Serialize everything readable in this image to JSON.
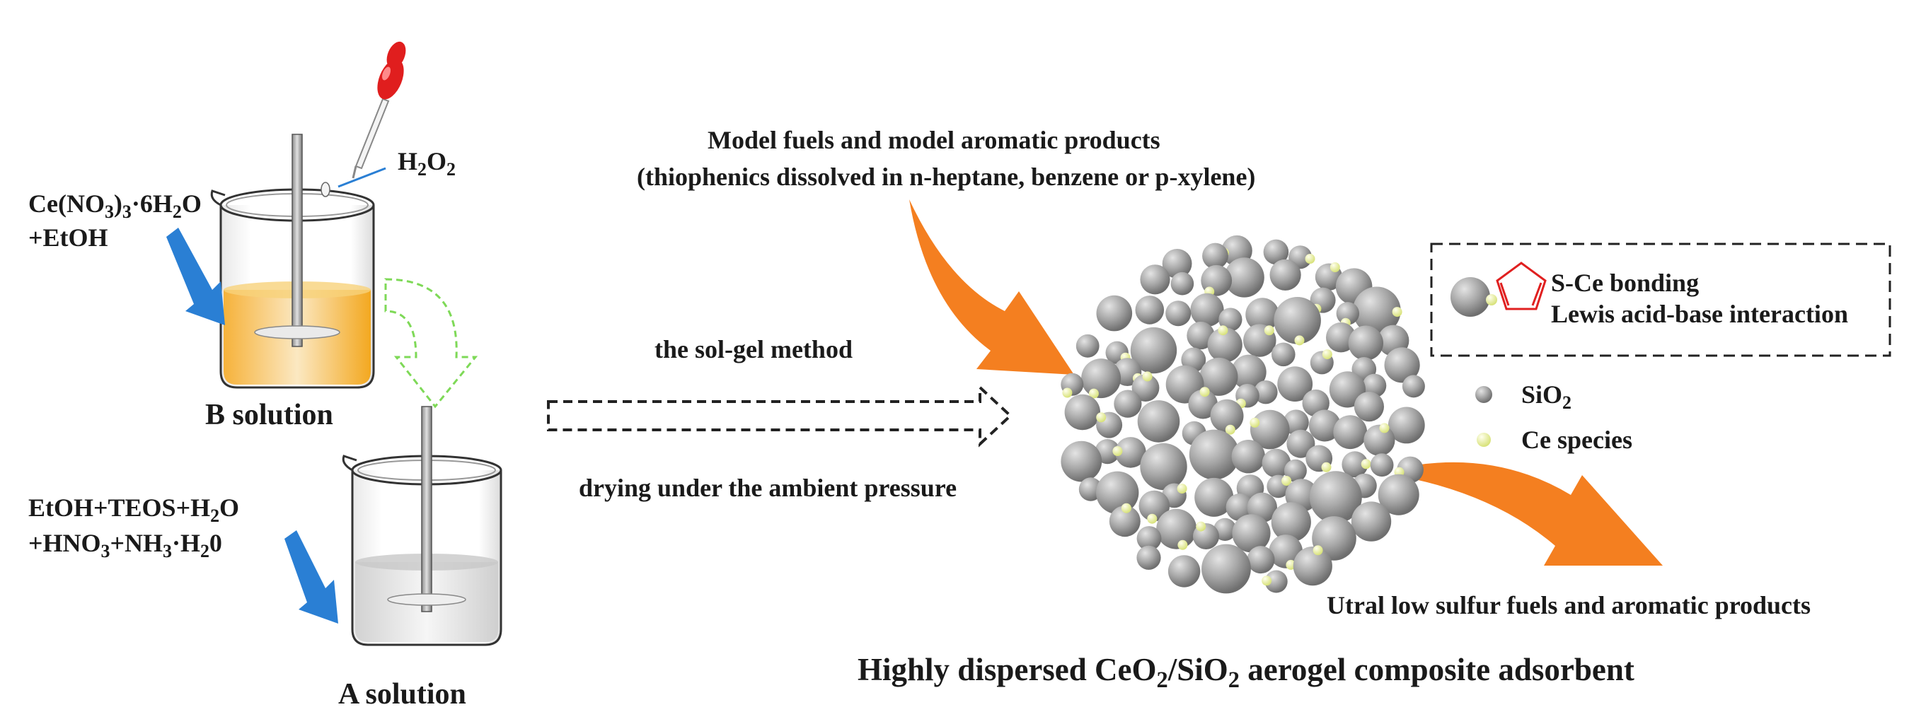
{
  "labels": {
    "b_solution": "B solution",
    "a_solution": "A solution",
    "h2o2_h": "H",
    "h2o2_2a": "2",
    "h2o2_o": "O",
    "h2o2_2b": "2",
    "ce_line1_a": "Ce(NO",
    "ce_line1_3": "3",
    "ce_line1_b": ")",
    "ce_line1_3b": "3",
    "ce_line1_c": "·6H",
    "ce_line1_2": "2",
    "ce_line1_d": "O",
    "ce_line2": "+EtOH",
    "teos_line1_a": "EtOH+TEOS+H",
    "teos_line1_2": "2",
    "teos_line1_b": "O",
    "teos_line2_a": "+HNO",
    "teos_line2_3": "3",
    "teos_line2_b": "+NH",
    "teos_line2_3b": "3",
    "teos_line2_c": "·H",
    "teos_line2_2": "2",
    "teos_line2_d": "0",
    "solgel": "the sol-gel method",
    "drying": "drying under the ambient pressure",
    "model_line1": "Model fuels and model aromatic products",
    "model_line2": "(thiophenics dissolved in n-heptane, benzene or p-xylene)",
    "bonding_line1": "S-Ce bonding",
    "bonding_line2": "Lewis acid-base interaction",
    "sio2_a": "SiO",
    "sio2_2": "2",
    "ce_species": "Ce species",
    "product": "Utral low sulfur fuels and aromatic products",
    "title_a": "Highly dispersed CeO",
    "title_2a": "2",
    "title_b": "/SiO",
    "title_2b": "2",
    "title_c": " aerogel composite adsorbent"
  },
  "colors": {
    "blue_arrow": "#2a7fd4",
    "green_arrow": "#7ed957",
    "orange_arrow": "#f47f20",
    "sphere_grey": "#a0a0a0",
    "ce_yellow": "#eef3a0",
    "solution_orange": "#f5b02e",
    "solution_white": "#dcdcdc",
    "pentagon_red": "#e02020",
    "dropper_red": "#e01e1e"
  },
  "icons": {
    "beaker_b": "beaker-icon",
    "beaker_a": "beaker-icon",
    "dropper": "dropper-icon",
    "thiophene": "thiophene-ring-icon"
  }
}
